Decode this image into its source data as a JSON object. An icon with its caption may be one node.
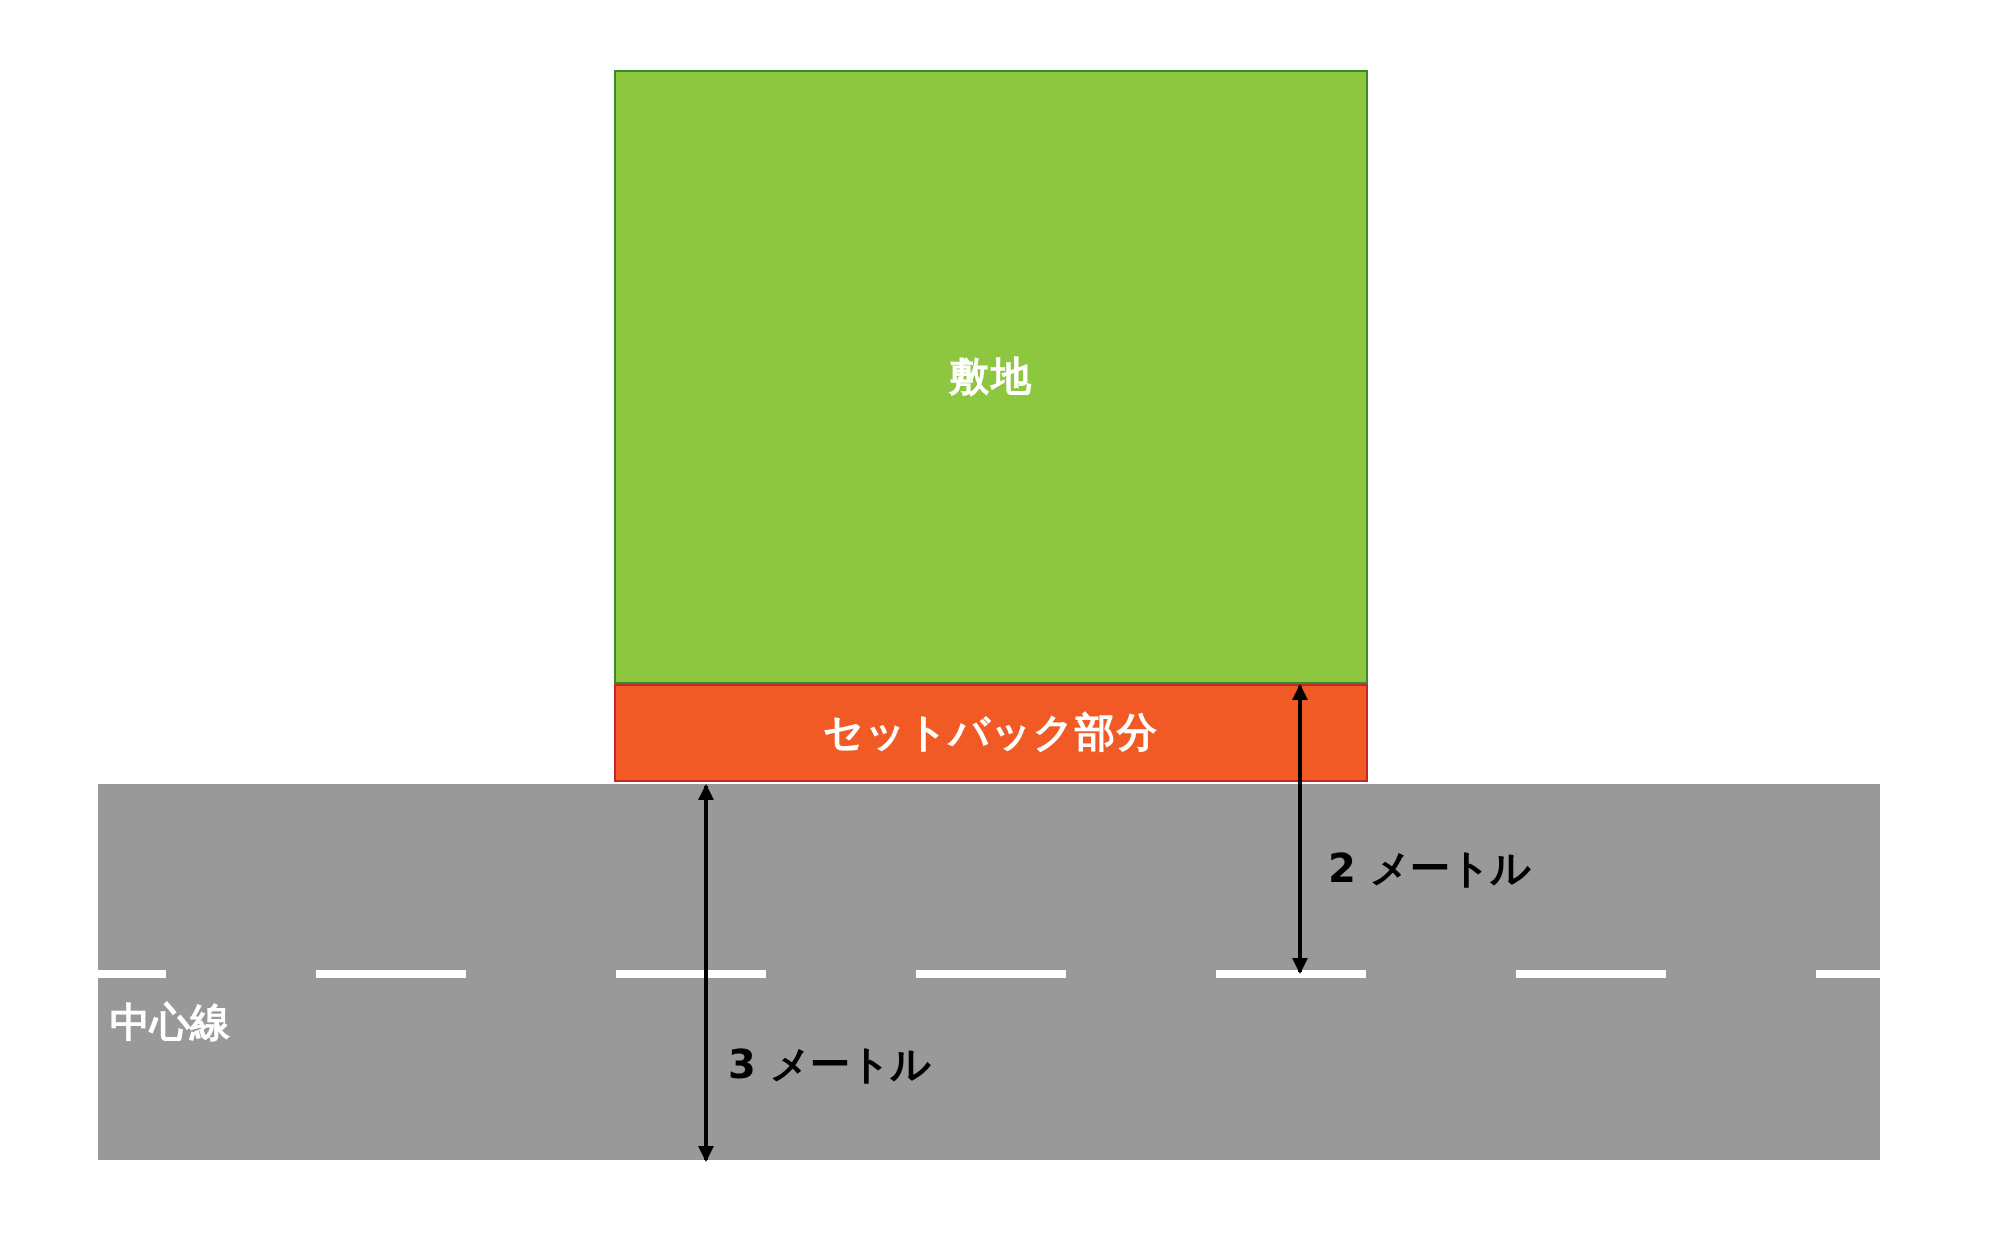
{
  "diagram": {
    "nodes": [
      {
        "text": [
          "敷地"
        ]
      },
      {
        "text": [
          "セットバック部分"
        ]
      }
    ],
    "labels": [
      "2 メートル",
      "中心線",
      "3 メートル"
    ]
  }
}
